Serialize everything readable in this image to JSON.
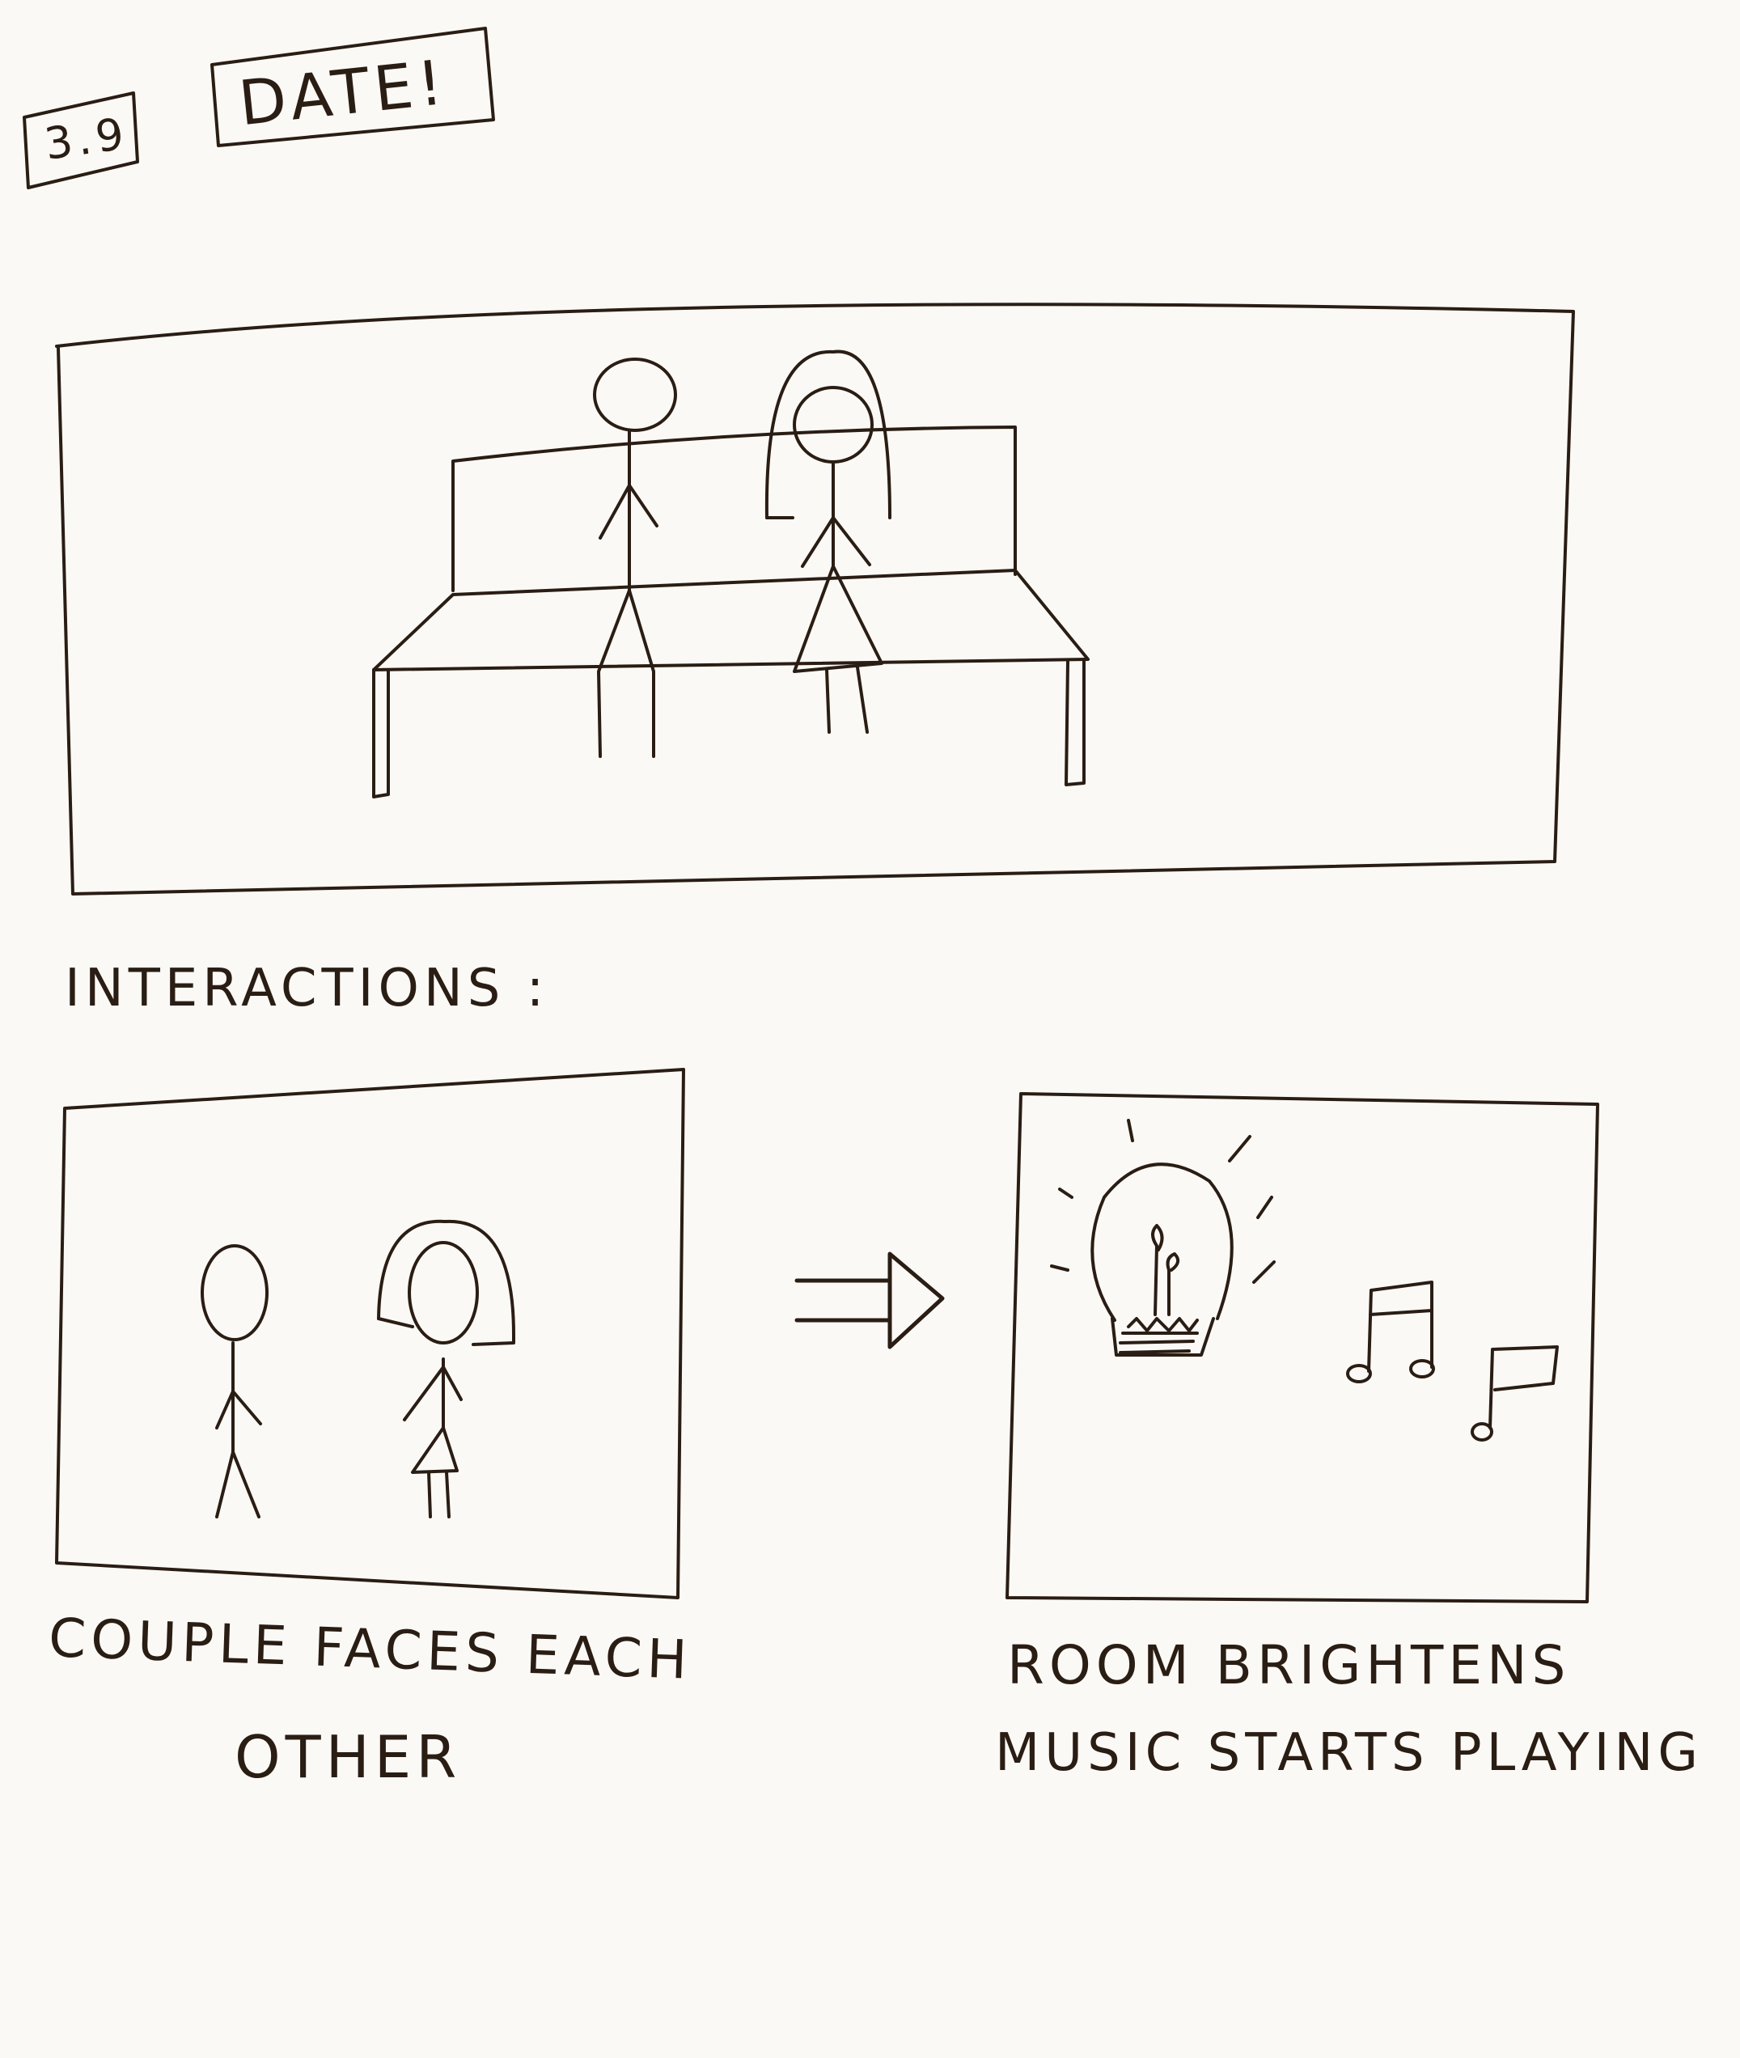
{
  "header": {
    "number": "3.9",
    "title": "DATE!"
  },
  "section_label": "INTERACTIONS :",
  "panels": {
    "left_caption_line1": "COUPLE FACES EACH",
    "left_caption_line2": "OTHER",
    "right_caption_line1": "ROOM BRIGHTENS",
    "right_caption_line2": "MUSIC STARTS PLAYING"
  },
  "colors": {
    "paper": "#fbf9f6",
    "ink": "#2a1d14"
  }
}
